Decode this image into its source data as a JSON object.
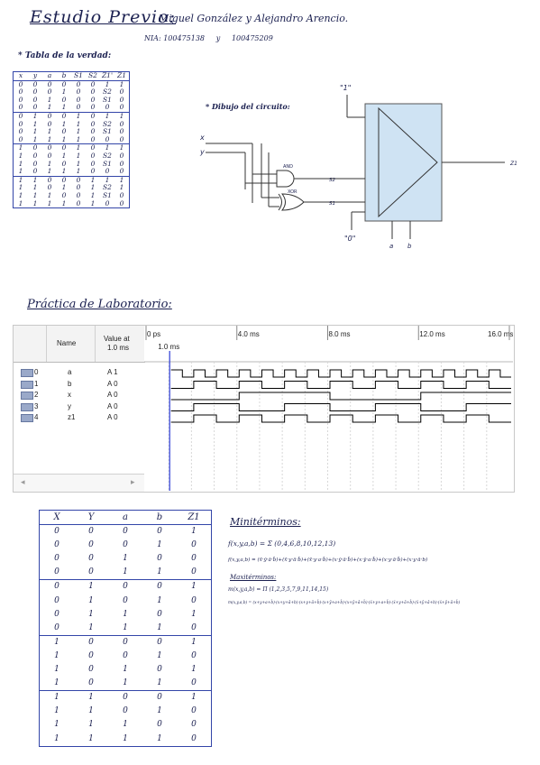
{
  "header": {
    "title": "Estudio Previo:",
    "authors": "Miguel González y Alejandro Arencio.",
    "nia_label": "NIA:",
    "nia_1": "100475138",
    "nia_join": "y",
    "nia_2": "100475209"
  },
  "truth_table_section": {
    "heading": "* Tabla de la verdad:",
    "columns": [
      "x",
      "y",
      "a",
      "b",
      "S1",
      "S2",
      "Z1'",
      "Z1"
    ],
    "rows": [
      [
        "0",
        "0",
        "0",
        "0",
        "0",
        "0",
        "1",
        "1"
      ],
      [
        "0",
        "0",
        "0",
        "1",
        "0",
        "0",
        "S2",
        "0"
      ],
      [
        "0",
        "0",
        "1",
        "0",
        "0",
        "0",
        "S1",
        "0"
      ],
      [
        "0",
        "0",
        "1",
        "1",
        "0",
        "0",
        "0",
        "0"
      ],
      [
        "0",
        "1",
        "0",
        "0",
        "1",
        "0",
        "1",
        "1"
      ],
      [
        "0",
        "1",
        "0",
        "1",
        "1",
        "0",
        "S2",
        "0"
      ],
      [
        "0",
        "1",
        "1",
        "0",
        "1",
        "0",
        "S1",
        "0"
      ],
      [
        "0",
        "1",
        "1",
        "1",
        "1",
        "0",
        "0",
        "0"
      ],
      [
        "1",
        "0",
        "0",
        "0",
        "1",
        "0",
        "1",
        "1"
      ],
      [
        "1",
        "0",
        "0",
        "1",
        "1",
        "0",
        "S2",
        "0"
      ],
      [
        "1",
        "0",
        "1",
        "0",
        "1",
        "0",
        "S1",
        "0"
      ],
      [
        "1",
        "0",
        "1",
        "1",
        "1",
        "0",
        "0",
        "0"
      ],
      [
        "1",
        "1",
        "0",
        "0",
        "0",
        "1",
        "1",
        "1"
      ],
      [
        "1",
        "1",
        "0",
        "1",
        "0",
        "1",
        "S2",
        "1"
      ],
      [
        "1",
        "1",
        "1",
        "0",
        "0",
        "1",
        "S1",
        "0"
      ],
      [
        "1",
        "1",
        "1",
        "1",
        "0",
        "1",
        "0",
        "0"
      ]
    ]
  },
  "circuit": {
    "heading": "* Dibujo del circuito:",
    "input_x": "x",
    "input_y": "y",
    "const_1": "\"1\"",
    "const_0": "\"0\"",
    "gate_and": "AND",
    "gate_xor": "XOR",
    "wire_s2": "S2",
    "wire_s1": "S1",
    "sel_a": "a",
    "sel_b": "b",
    "output": "Z1"
  },
  "lab": {
    "heading": "Práctica de Laboratorio:"
  },
  "waveform": {
    "col_name": "Name",
    "col_value": "Value at",
    "col_value_sub": "1.0 ms",
    "time_labels": [
      "0 ps",
      "4.0 ms",
      "8.0 ms",
      "12.0 ms",
      "16.0 ms"
    ],
    "cursor_label": "1.0 ms",
    "signals": [
      {
        "index": "0",
        "name": "a",
        "value": "A 1"
      },
      {
        "index": "1",
        "name": "b",
        "value": "A 0"
      },
      {
        "index": "2",
        "name": "x",
        "value": "A 0"
      },
      {
        "index": "3",
        "name": "y",
        "value": "A 0"
      },
      {
        "index": "4",
        "name": "z1",
        "value": "A 0"
      }
    ],
    "colors": {
      "cursor": "#2b3ad6",
      "trace": "#000000",
      "grid": "#d8d8d8"
    }
  },
  "truth_table_2": {
    "columns": [
      "X",
      "Y",
      "a",
      "b",
      "Z1"
    ],
    "rows": [
      [
        "0",
        "0",
        "0",
        "0",
        "1"
      ],
      [
        "0",
        "0",
        "0",
        "1",
        "0"
      ],
      [
        "0",
        "0",
        "1",
        "0",
        "0"
      ],
      [
        "0",
        "0",
        "1",
        "1",
        "0"
      ],
      [
        "0",
        "1",
        "0",
        "0",
        "1"
      ],
      [
        "0",
        "1",
        "0",
        "1",
        "0"
      ],
      [
        "0",
        "1",
        "1",
        "0",
        "1"
      ],
      [
        "0",
        "1",
        "1",
        "1",
        "0"
      ],
      [
        "1",
        "0",
        "0",
        "0",
        "1"
      ],
      [
        "1",
        "0",
        "0",
        "1",
        "0"
      ],
      [
        "1",
        "0",
        "1",
        "0",
        "1"
      ],
      [
        "1",
        "0",
        "1",
        "1",
        "0"
      ],
      [
        "1",
        "1",
        "0",
        "0",
        "1"
      ],
      [
        "1",
        "1",
        "0",
        "1",
        "0"
      ],
      [
        "1",
        "1",
        "1",
        "0",
        "0"
      ],
      [
        "1",
        "1",
        "1",
        "1",
        "0"
      ]
    ]
  },
  "minterms": {
    "heading": "Minitérminos:",
    "eq1": "f(x,y,a,b) = Σ (0,4,6,8,10,12,13)",
    "eq2": "f(x,y,a,b) = (x̄·ȳ·ā·b̄)+(x̄·y·ā·b̄)+(x̄·y·a·b̄)+(x·ȳ·ā·b̄)+(x·ȳ·a·b̄)+(x·y·ā·b̄)+(x·y·ā·b)"
  },
  "maxterms": {
    "heading": "Maxitérminos:",
    "eq1": "m(x,y,a,b) = Π (1,2,3,5,7,9,11,14,15)",
    "eq2": "m(x,y,a,b) = (x+y+a+b̄)·(x+y+ā+b)·(x+y+ā+b̄)·(x+ȳ+a+b̄)·(x+ȳ+ā+b̄)·(x̄+y+a+b̄)·(x̄+y+ā+b̄)·(x̄+ȳ+ā+b)·(x̄+ȳ+ā+b̄)"
  }
}
